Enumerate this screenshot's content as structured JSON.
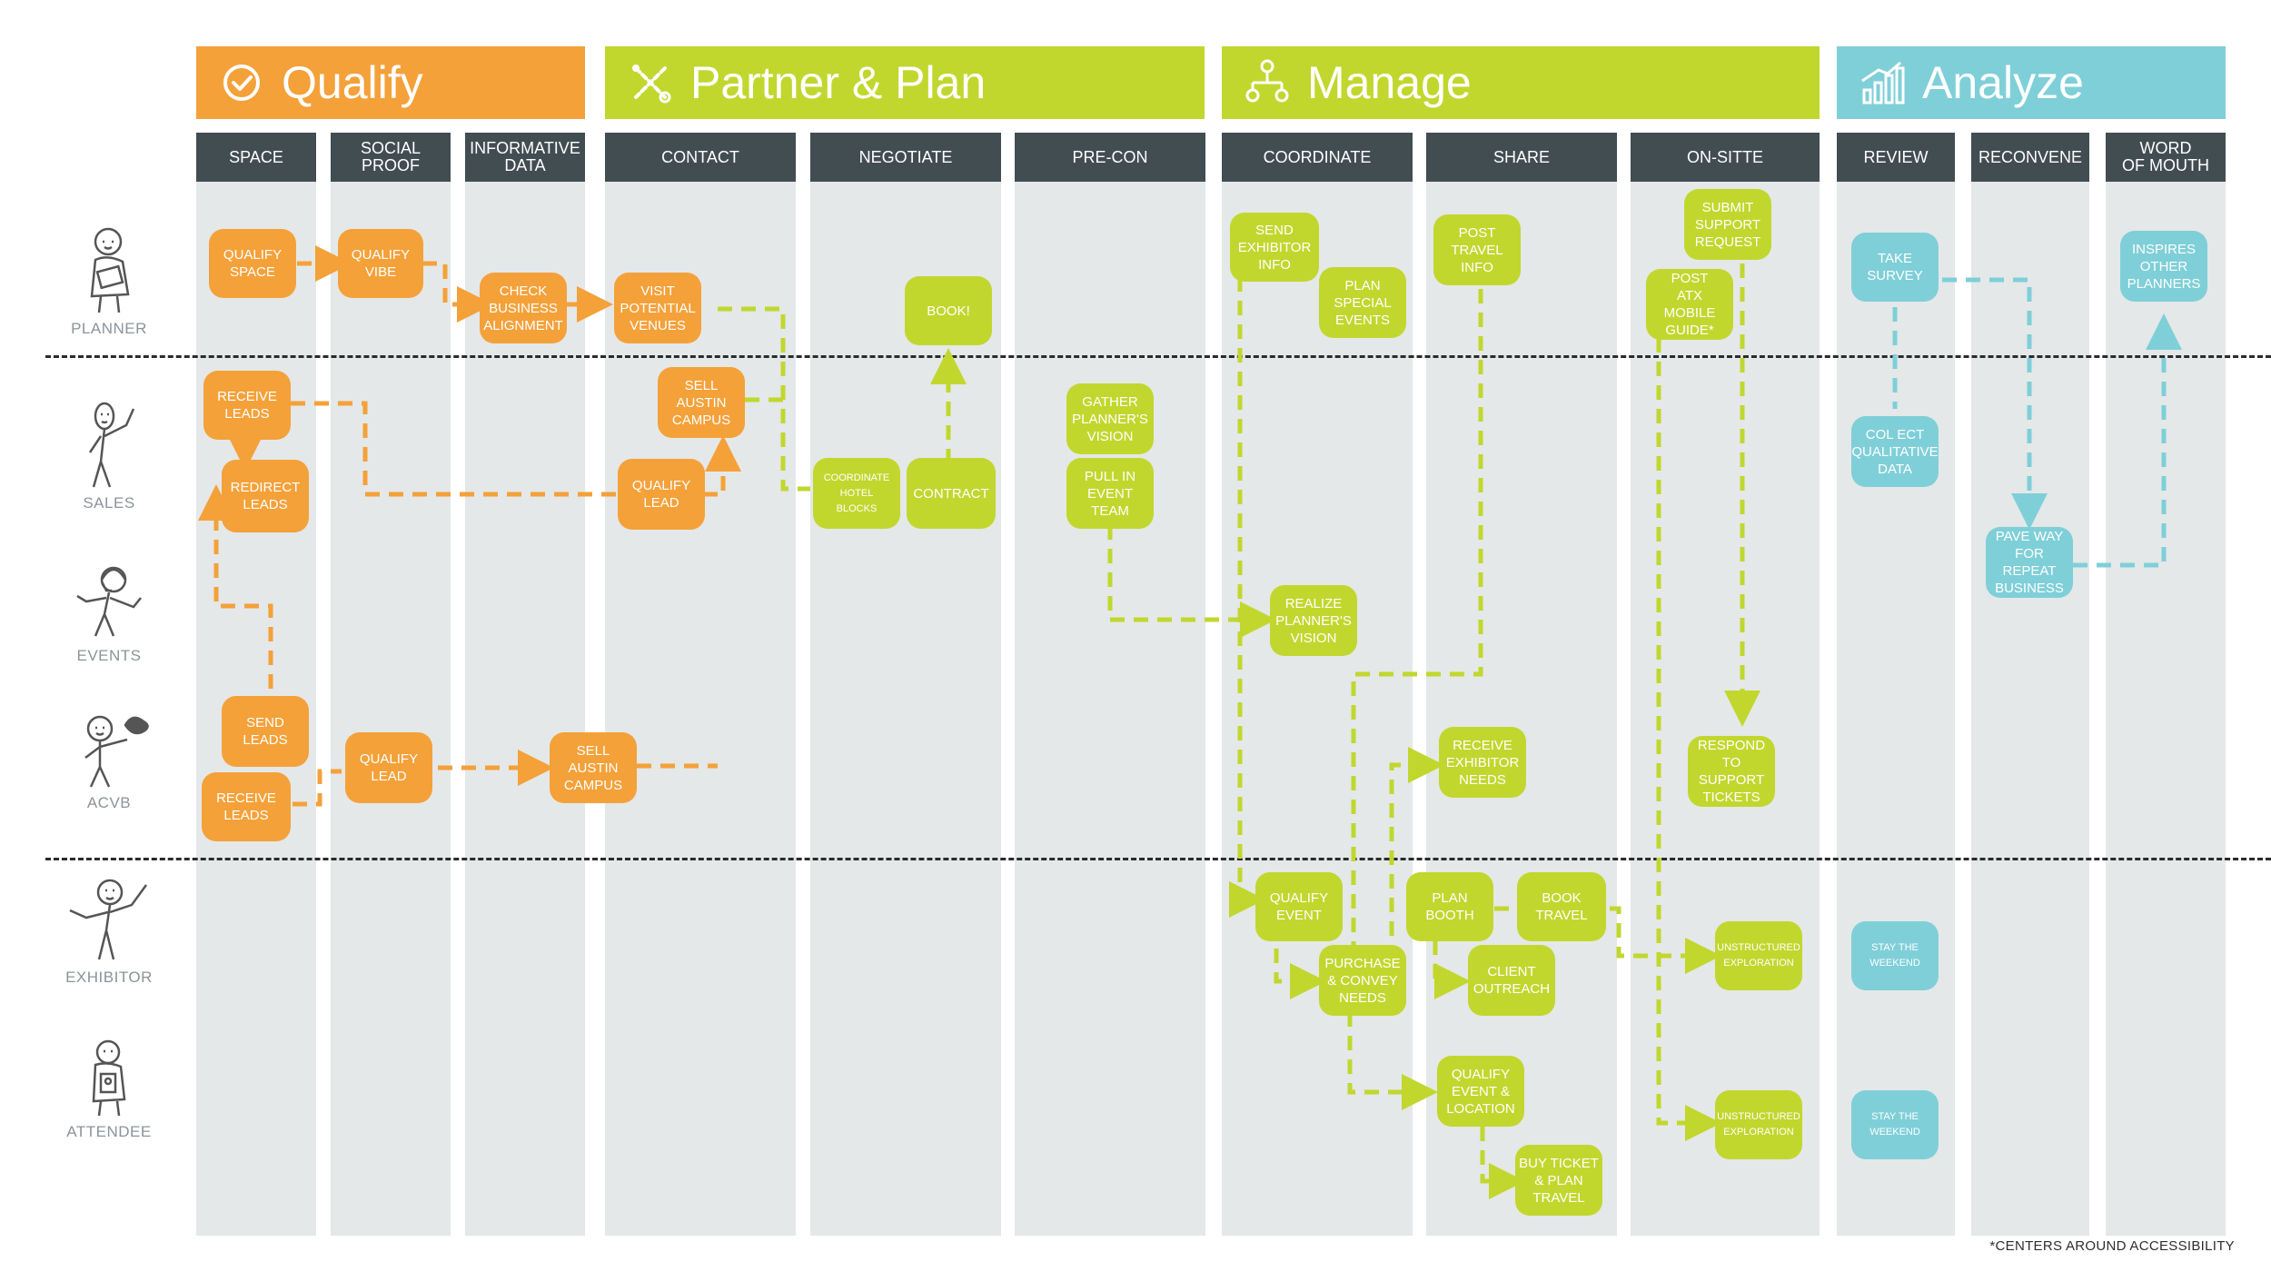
{
  "phases": [
    {
      "id": "qualify",
      "title": "Qualify",
      "color": "#f4a13a",
      "icon": "check-circle-icon"
    },
    {
      "id": "partner",
      "title": "Partner & Plan",
      "color": "#c1d72e",
      "icon": "tools-cross-icon"
    },
    {
      "id": "manage",
      "title": "Manage",
      "color": "#c1d72e",
      "icon": "org-chart-icon"
    },
    {
      "id": "analyze",
      "title": "Analyze",
      "color": "#7fcfd8",
      "icon": "bar-growth-icon"
    }
  ],
  "stages": [
    "SPACE",
    "SOCIAL\nPROOF",
    "INFORMATIVE\nDATA",
    "CONTACT",
    "NEGOTIATE",
    "PRE-CON",
    "COORDINATE",
    "SHARE",
    "ON-SITTE",
    "REVIEW",
    "RECONVENE",
    "WORD\nOF MOUTH"
  ],
  "personas": [
    {
      "label": "PLANNER",
      "icon": "planner-figure-icon"
    },
    {
      "label": "SALES",
      "icon": "sales-figure-icon"
    },
    {
      "label": "EVENTS",
      "icon": "events-headset-figure-icon"
    },
    {
      "label": "ACVB",
      "icon": "acvb-hat-figure-icon"
    },
    {
      "label": "EXHIBITOR",
      "icon": "exhibitor-figure-icon"
    },
    {
      "label": "ATTENDEE",
      "icon": "attendee-figure-icon"
    }
  ],
  "nodes": [
    {
      "id": "qualify_space",
      "text": "QUALIFY\nSPACE"
    },
    {
      "id": "qualify_vibe",
      "text": "QUALIFY\nVIBE"
    },
    {
      "id": "check_business",
      "text": "CHECK\nBUSINESS\nALIGNMENT"
    },
    {
      "id": "visit_venues",
      "text": "VISIT\nPOTENTIAL\nVENUES"
    },
    {
      "id": "book",
      "text": "BOOK!"
    },
    {
      "id": "receive_leads_sales",
      "text": "RECEIVE\nLEADS"
    },
    {
      "id": "redirect_leads",
      "text": "REDIRECT\nLEADS"
    },
    {
      "id": "sell_austin_sales",
      "text": "SELL\nAUSTIN\nCAMPUS"
    },
    {
      "id": "qualify_lead_sales",
      "text": "QUALIFY\nLEAD"
    },
    {
      "id": "coordinate_hotel",
      "text": "COORDINATE\nHOTEL\nBLOCKS"
    },
    {
      "id": "contract",
      "text": "CONTRACT"
    },
    {
      "id": "gather_vision",
      "text": "GATHER\nPLANNER'S\nVISION"
    },
    {
      "id": "pull_event_team",
      "text": "PULL IN\nEVENT\nTEAM"
    },
    {
      "id": "send_leads",
      "text": "SEND\nLEADS"
    },
    {
      "id": "receive_leads_acvb",
      "text": "RECEIVE\nLEADS"
    },
    {
      "id": "qualify_lead_acvb",
      "text": "QUALIFY\nLEAD"
    },
    {
      "id": "sell_austin_acvb",
      "text": "SELL\nAUSTIN\nCAMPUS"
    },
    {
      "id": "send_exhibitor_info",
      "text": "SEND\nEXHIBITOR\nINFO"
    },
    {
      "id": "plan_special_events",
      "text": "PLAN\nSPECIAL\nEVENTS"
    },
    {
      "id": "post_travel_info",
      "text": "POST\nTRAVEL\nINFO"
    },
    {
      "id": "submit_support",
      "text": "SUBMIT\nSUPPORT\nREQUEST"
    },
    {
      "id": "post_atx_guide",
      "text": "POST\nATX MOBILE\nGUIDE*"
    },
    {
      "id": "realize_vision",
      "text": "REALIZE\nPLANNER'S\nVISION"
    },
    {
      "id": "receive_exhibitor_needs",
      "text": "RECEIVE\nEXHIBITOR\nNEEDS"
    },
    {
      "id": "respond_support",
      "text": "RESPOND\nTO SUPPORT\nTICKETS"
    },
    {
      "id": "qualify_event",
      "text": "QUALIFY\nEVENT"
    },
    {
      "id": "plan_booth",
      "text": "PLAN\nBOOTH"
    },
    {
      "id": "book_travel",
      "text": "BOOK\nTRAVEL"
    },
    {
      "id": "purchase_convey",
      "text": "PURCHASE\n& CONVEY\nNEEDS"
    },
    {
      "id": "client_outreach",
      "text": "CLIENT\nOUTREACH"
    },
    {
      "id": "unstructured_exhibitor",
      "text": "UNSTRUCTURED\nEXPLORATION"
    },
    {
      "id": "stay_weekend_exhibitor",
      "text": "STAY THE\nWEEKEND"
    },
    {
      "id": "qualify_event_location",
      "text": "QUALIFY\nEVENT &\nLOCATION"
    },
    {
      "id": "buy_ticket",
      "text": "BUY TICKET\n& PLAN\nTRAVEL"
    },
    {
      "id": "unstructured_attendee",
      "text": "UNSTRUCTURED\nEXPLORATION"
    },
    {
      "id": "stay_weekend_attendee",
      "text": "STAY THE\nWEEKEND"
    },
    {
      "id": "take_survey",
      "text": "TAKE\nSURVEY"
    },
    {
      "id": "collect_data",
      "text": "COL  ECT\nQUALITATIVE\nDATA"
    },
    {
      "id": "pave_way",
      "text": "PAVE WAY\nFOR REPEAT\nBUSINESS"
    },
    {
      "id": "inspires_planners",
      "text": "INSPIRES\nOTHER\nPLANNERS"
    }
  ],
  "footnote": "*CENTERS AROUND ACCESSIBILITY",
  "colors": {
    "orange": "#f4a13a",
    "green": "#c1d72e",
    "teal": "#7fcfd8",
    "lane_header": "#424d52",
    "lane_bg": "#e4e8e8"
  }
}
